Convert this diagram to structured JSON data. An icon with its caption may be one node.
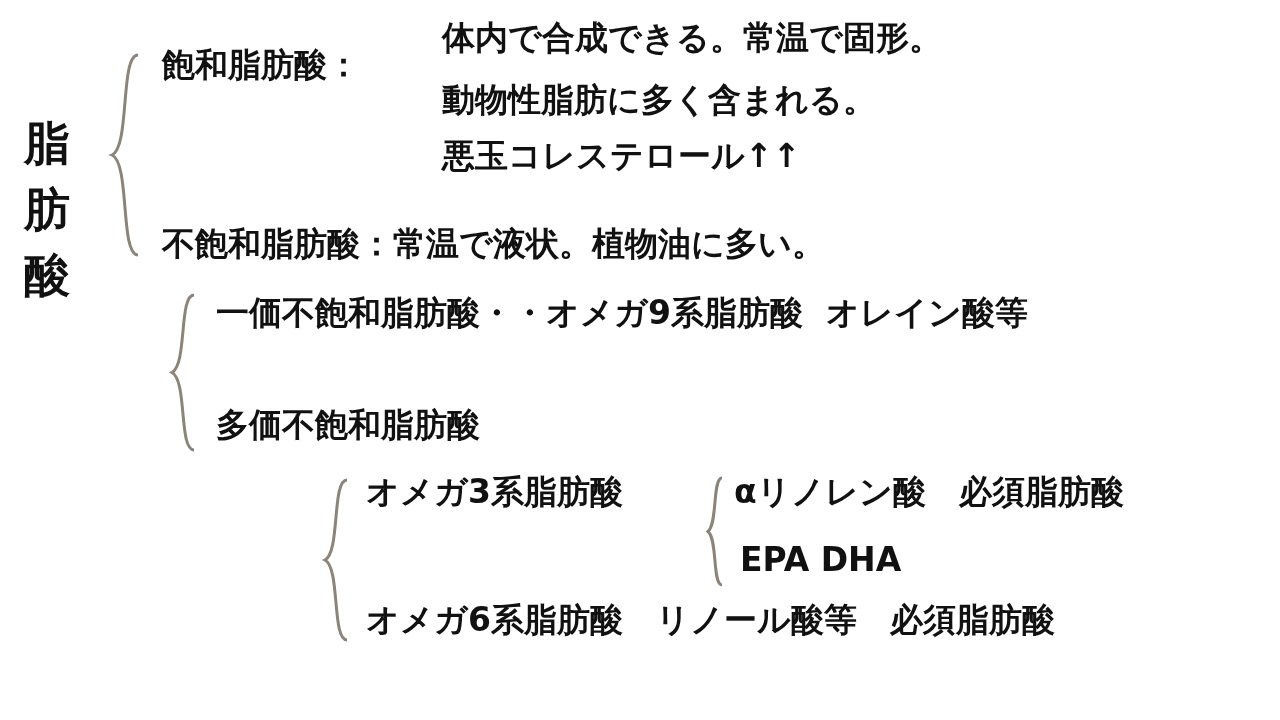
{
  "diagram": {
    "labels": [
      "脂肪酸",
      "飽和脂肪酸：",
      "体内で合成できる。常温で固形。",
      "動物性脂肪に多く含まれる。",
      "悪玉コレステロール↑↑",
      "不飽和脂肪酸：常温で液状。植物油に多い。",
      "一価不飽和脂肪酸・・オメガ9系脂肪酸  オレイン酸等",
      "多価不飽和脂肪酸",
      "オメガ3系脂肪酸",
      "αリノレン酸　必須脂肪酸",
      "EPA DHA",
      "オメガ6系脂肪酸　リノール酸等　必須脂肪酸"
    ]
  }
}
